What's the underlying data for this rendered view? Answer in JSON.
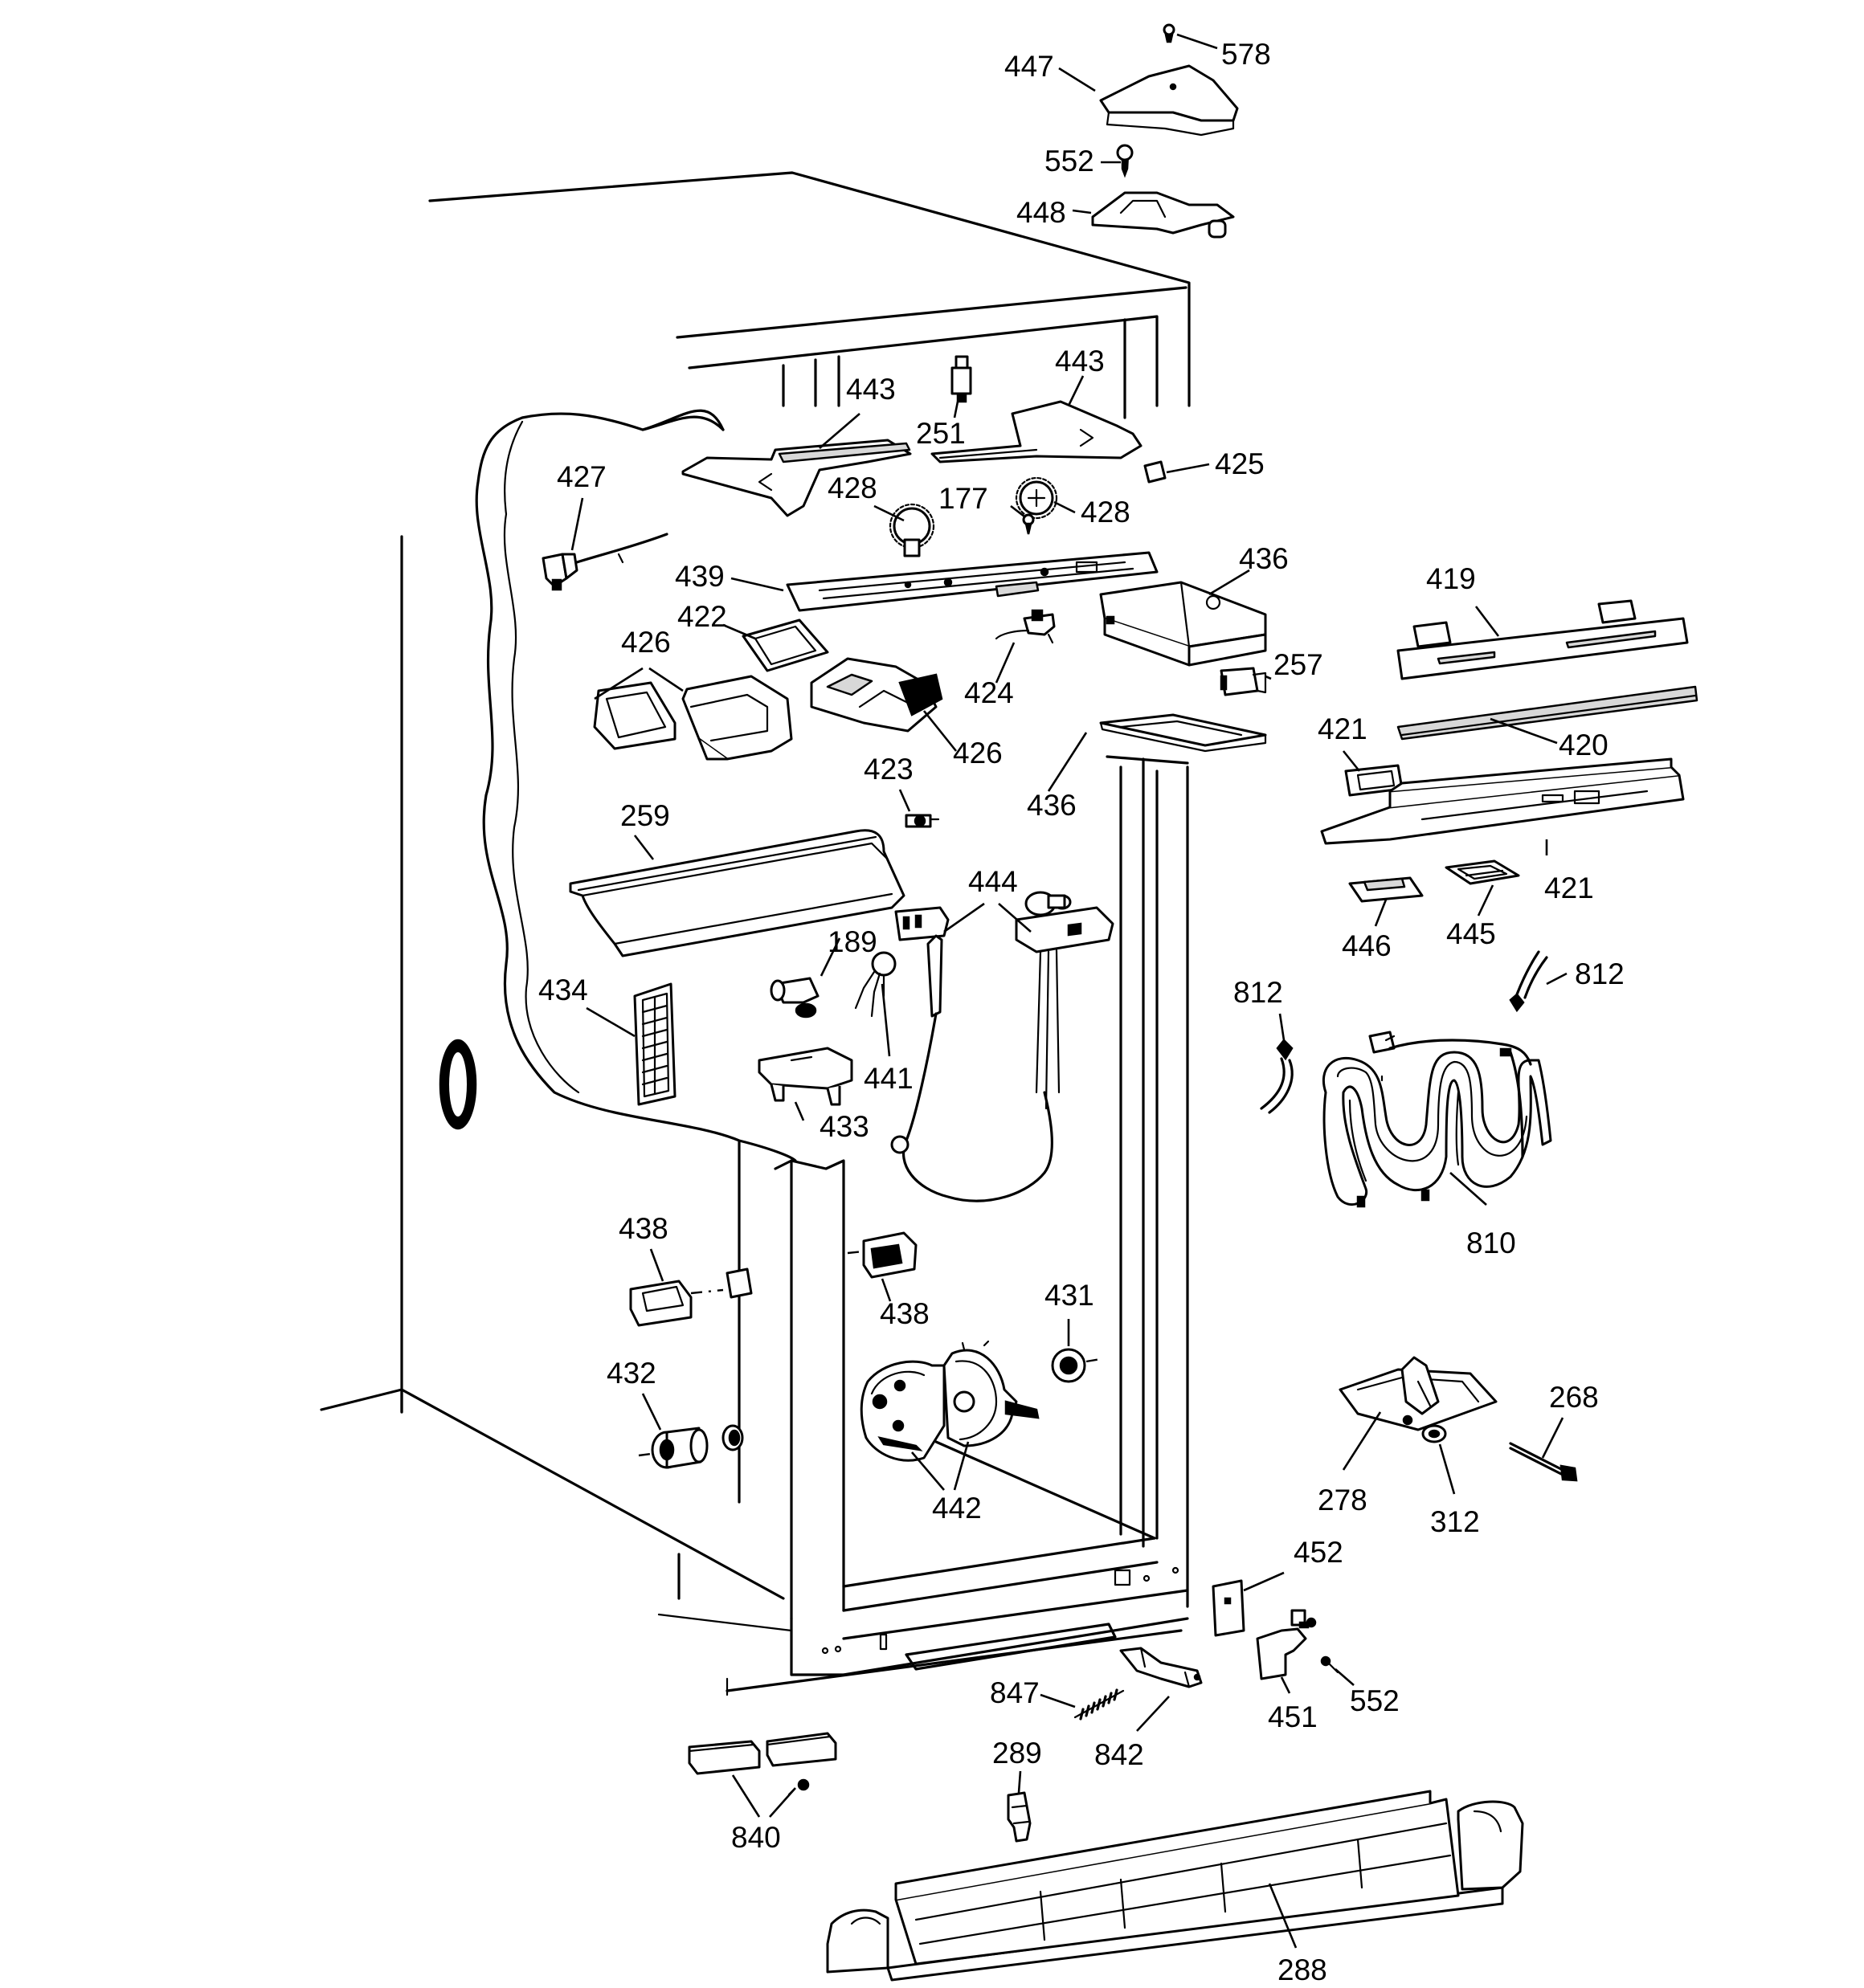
{
  "labels": [
    {
      "id": "578",
      "text": "578",
      "name": "callout-578"
    },
    {
      "id": "447",
      "text": "447",
      "name": "callout-447"
    },
    {
      "id": "552a",
      "text": "552",
      "name": "callout-552"
    },
    {
      "id": "448",
      "text": "448",
      "name": "callout-448"
    },
    {
      "id": "443a",
      "text": "443",
      "name": "callout-443"
    },
    {
      "id": "443b",
      "text": "443",
      "name": "callout-443"
    },
    {
      "id": "251",
      "text": "251",
      "name": "callout-251"
    },
    {
      "id": "425",
      "text": "425",
      "name": "callout-425"
    },
    {
      "id": "427",
      "text": "427",
      "name": "callout-427"
    },
    {
      "id": "428a",
      "text": "428",
      "name": "callout-428"
    },
    {
      "id": "177",
      "text": "177",
      "name": "callout-177"
    },
    {
      "id": "428b",
      "text": "428",
      "name": "callout-428"
    },
    {
      "id": "439",
      "text": "439",
      "name": "callout-439"
    },
    {
      "id": "436a",
      "text": "436",
      "name": "callout-436"
    },
    {
      "id": "419",
      "text": "419",
      "name": "callout-419"
    },
    {
      "id": "422",
      "text": "422",
      "name": "callout-422"
    },
    {
      "id": "426a",
      "text": "426",
      "name": "callout-426"
    },
    {
      "id": "424",
      "text": "424",
      "name": "callout-424"
    },
    {
      "id": "257",
      "text": "257",
      "name": "callout-257"
    },
    {
      "id": "426b",
      "text": "426",
      "name": "callout-426"
    },
    {
      "id": "420",
      "text": "420",
      "name": "callout-420"
    },
    {
      "id": "421a",
      "text": "421",
      "name": "callout-421"
    },
    {
      "id": "436b",
      "text": "436",
      "name": "callout-436"
    },
    {
      "id": "423",
      "text": "423",
      "name": "callout-423"
    },
    {
      "id": "259",
      "text": "259",
      "name": "callout-259"
    },
    {
      "id": "421b",
      "text": "421",
      "name": "callout-421"
    },
    {
      "id": "444",
      "text": "444",
      "name": "callout-444"
    },
    {
      "id": "446",
      "text": "446",
      "name": "callout-446"
    },
    {
      "id": "445",
      "text": "445",
      "name": "callout-445"
    },
    {
      "id": "189",
      "text": "189",
      "name": "callout-189"
    },
    {
      "id": "812a",
      "text": "812",
      "name": "callout-812"
    },
    {
      "id": "812b",
      "text": "812",
      "name": "callout-812"
    },
    {
      "id": "434",
      "text": "434",
      "name": "callout-434"
    },
    {
      "id": "441",
      "text": "441",
      "name": "callout-441"
    },
    {
      "id": "433",
      "text": "433",
      "name": "callout-433"
    },
    {
      "id": "810",
      "text": "810",
      "name": "callout-810"
    },
    {
      "id": "438a",
      "text": "438",
      "name": "callout-438"
    },
    {
      "id": "438b",
      "text": "438",
      "name": "callout-438"
    },
    {
      "id": "431",
      "text": "431",
      "name": "callout-431"
    },
    {
      "id": "432",
      "text": "432",
      "name": "callout-432"
    },
    {
      "id": "268",
      "text": "268",
      "name": "callout-268"
    },
    {
      "id": "442",
      "text": "442",
      "name": "callout-442"
    },
    {
      "id": "278",
      "text": "278",
      "name": "callout-278"
    },
    {
      "id": "312",
      "text": "312",
      "name": "callout-312"
    },
    {
      "id": "452",
      "text": "452",
      "name": "callout-452"
    },
    {
      "id": "847",
      "text": "847",
      "name": "callout-847"
    },
    {
      "id": "552b",
      "text": "552",
      "name": "callout-552"
    },
    {
      "id": "451",
      "text": "451",
      "name": "callout-451"
    },
    {
      "id": "842",
      "text": "842",
      "name": "callout-842"
    },
    {
      "id": "289",
      "text": "289",
      "name": "callout-289"
    },
    {
      "id": "840",
      "text": "840",
      "name": "callout-840"
    },
    {
      "id": "288",
      "text": "288",
      "name": "callout-288"
    }
  ]
}
